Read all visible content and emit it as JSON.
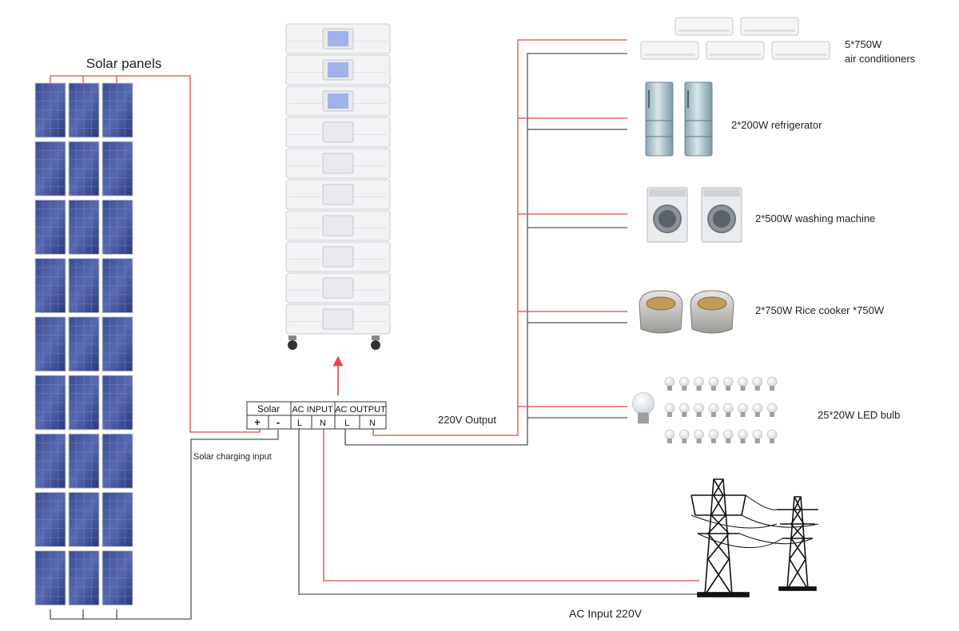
{
  "solar": {
    "title": "Solar panels",
    "charging_label": "Solar charging input",
    "columns": 3,
    "rows": 9
  },
  "battery": {
    "modules": 10
  },
  "terminal_block": {
    "groups": [
      {
        "name": "Solar",
        "terminals": [
          "+",
          "-"
        ]
      },
      {
        "name": "AC INPUT",
        "terminals": [
          "L",
          "N"
        ]
      },
      {
        "name": "AC OUTPUT",
        "terminals": [
          "L",
          "N"
        ]
      }
    ]
  },
  "output_label": "220V Output",
  "loads": [
    {
      "id": "ac",
      "label_lines": [
        "5*750W",
        "air conditioners"
      ],
      "icon": "air-conditioner-icon"
    },
    {
      "id": "fridge",
      "label_lines": [
        "2*200W refrigerator"
      ],
      "icon": "refrigerator-icon"
    },
    {
      "id": "washer",
      "label_lines": [
        "2*500W washing machine"
      ],
      "icon": "washing-machine-icon"
    },
    {
      "id": "cooker",
      "label_lines": [
        "2*750W Rice cooker *750W"
      ],
      "icon": "rice-cooker-icon"
    },
    {
      "id": "bulb",
      "label_lines": [
        "25*20W  LED bulb"
      ],
      "icon": "led-bulb-icon"
    }
  ],
  "grid": {
    "label": "AC  Input 220V",
    "icon": "power-tower-icon"
  },
  "colors": {
    "live_wire": "#e04848",
    "neutral_wire": "#555555",
    "panel_dark": "#2c3a78",
    "panel_light": "#5a6cb0",
    "battery_body": "#f2f3f5",
    "battery_edge": "#c9ccd1",
    "screen": "#9fb3e8"
  }
}
